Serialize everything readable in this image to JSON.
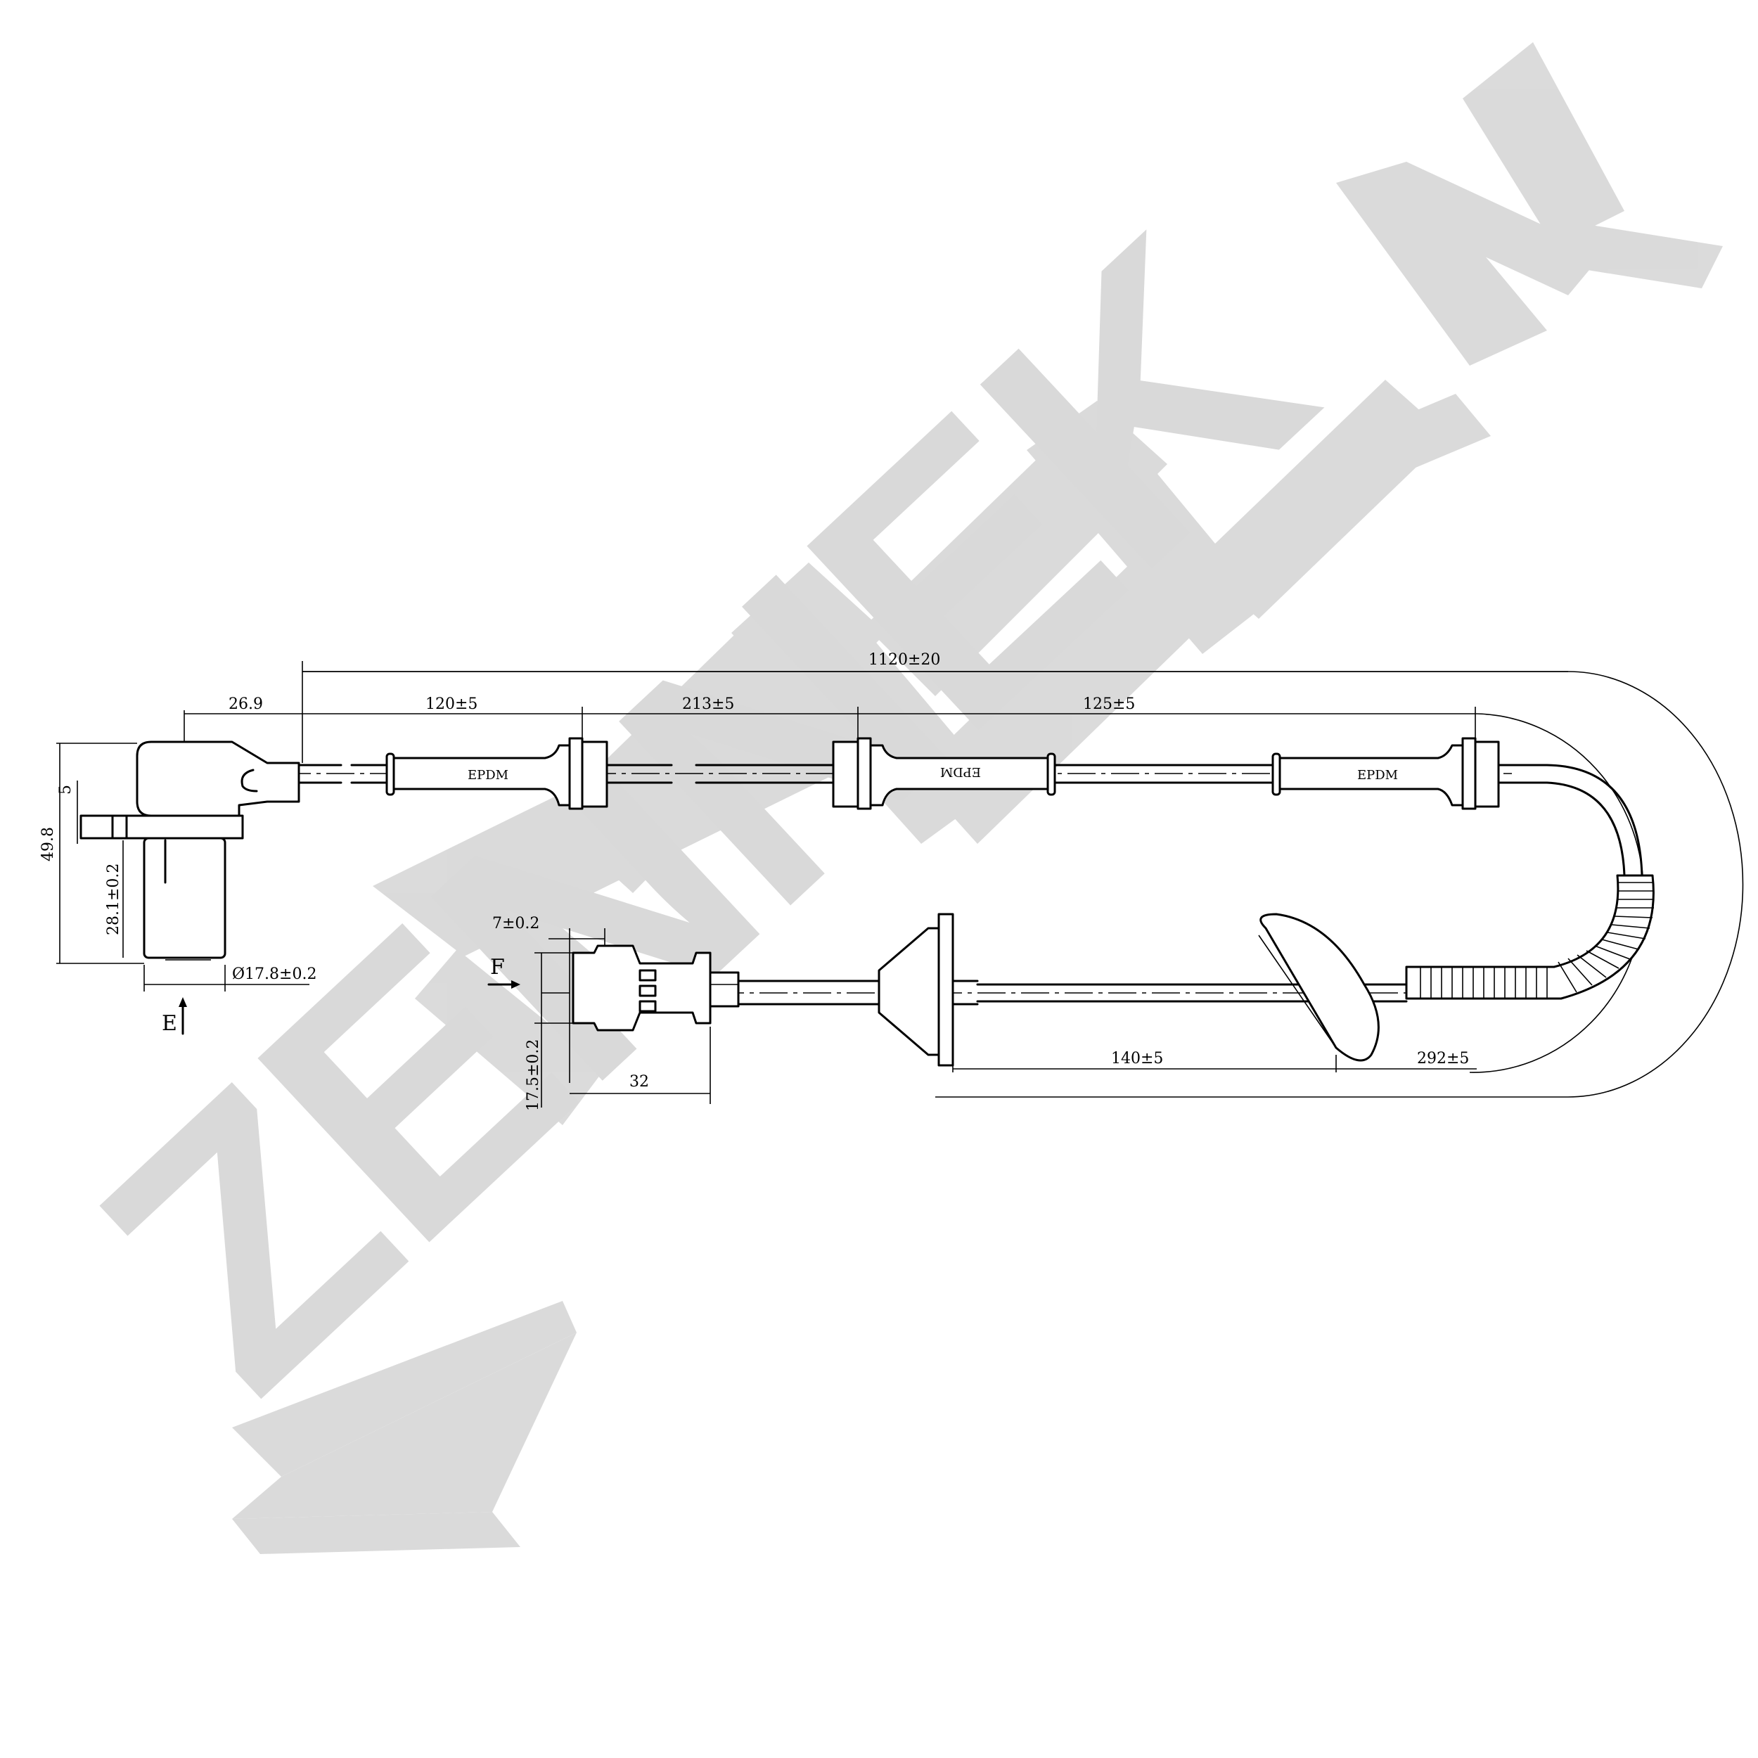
{
  "watermark": {
    "brand": "ZENNEK",
    "color": "#d9d9d9"
  },
  "dimensions": {
    "overall_length": "1120±20",
    "sensor_offset": "26.9",
    "seg1": "120±5",
    "seg2": "213±5",
    "seg3": "125±5",
    "seg4": "140±5",
    "seg5": "292±5",
    "flange_thickness": "5",
    "sensor_height": "49.8",
    "sensor_body": "28.1±0.2",
    "sensor_diameter": "Ø17.8±0.2",
    "connector_tip": "7±0.2",
    "connector_height": "17.5±0.2",
    "connector_length": "32"
  },
  "views": {
    "sensor_view": "E",
    "connector_view": "F"
  },
  "grommet_labels": [
    "EPDM",
    "EPDM",
    "EPDM"
  ]
}
